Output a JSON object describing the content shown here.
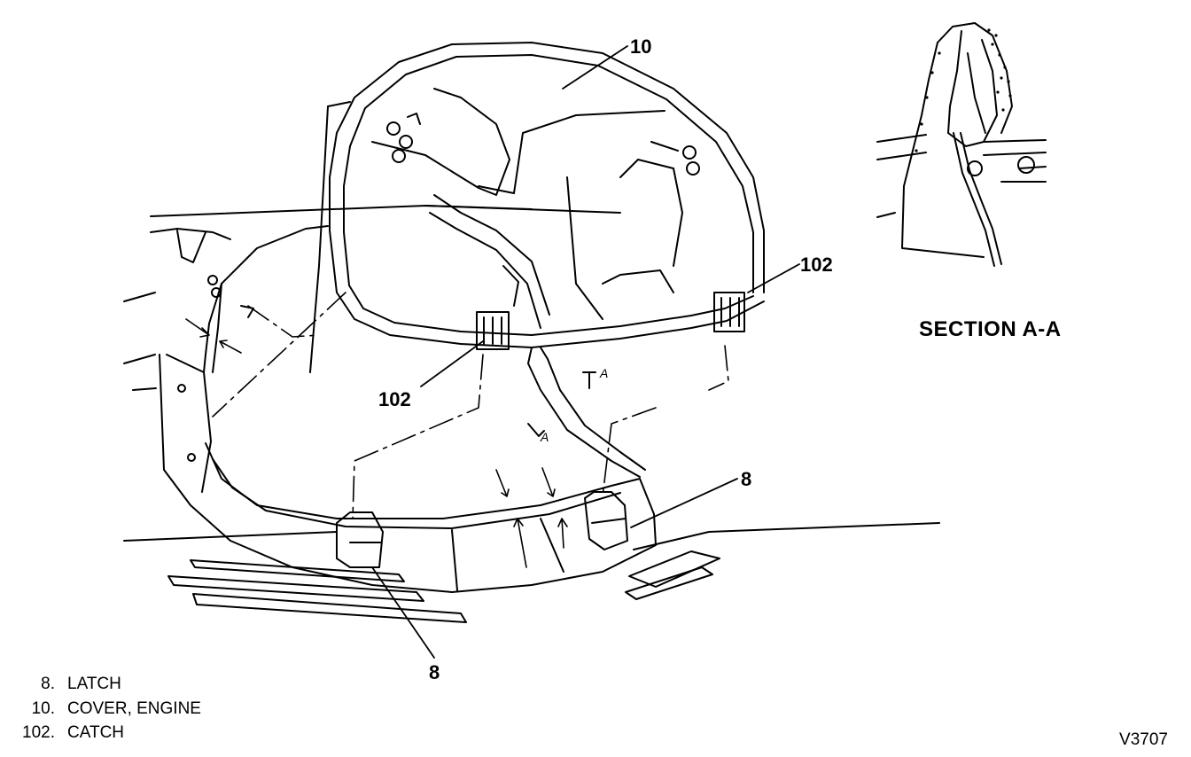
{
  "callouts": {
    "cover_top": "10",
    "catch_right": "102",
    "catch_left": "102",
    "latch_right": "8",
    "latch_bottom": "8"
  },
  "section": {
    "title": "SECTION A-A",
    "marker_upper": "A",
    "marker_lower": "A"
  },
  "legend": [
    {
      "number": "8.",
      "label": "LATCH"
    },
    {
      "number": "10.",
      "label": "COVER, ENGINE"
    },
    {
      "number": "102.",
      "label": "CATCH"
    }
  ],
  "figure_code": "V3707"
}
